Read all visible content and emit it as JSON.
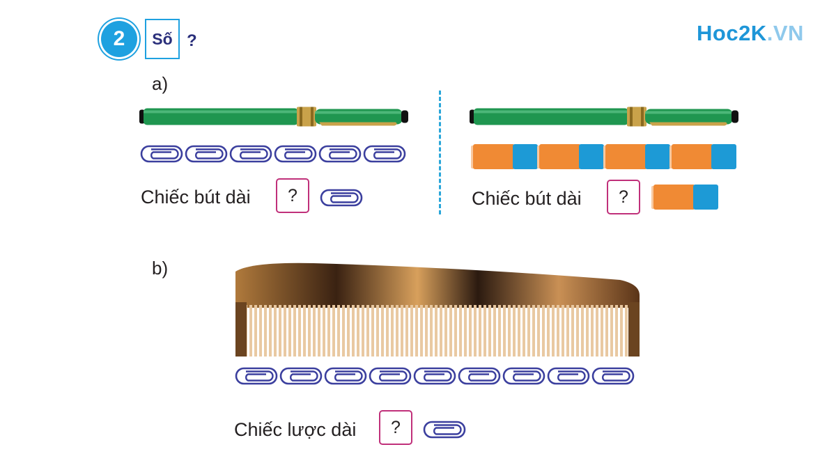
{
  "exercise": {
    "number": "2",
    "title": "Số",
    "question_mark": "?"
  },
  "logo": {
    "text_a": "Hoc2K",
    "text_b": ".VN"
  },
  "part_a": {
    "label": "a)",
    "left": {
      "sentence": "Chiếc bút dài",
      "answer": "?",
      "unit_icon": "paperclip-icon",
      "count_shown": 6
    },
    "right": {
      "sentence": "Chiếc bút dài",
      "answer": "?",
      "unit_icon": "eraser-icon",
      "count_shown": 4
    }
  },
  "part_b": {
    "label": "b)",
    "sentence": "Chiếc lược dài",
    "answer": "?",
    "unit_icon": "paperclip-icon",
    "count_shown": 9
  },
  "colors": {
    "accent_blue": "#1ea1e0",
    "title_navy": "#2a2f7b",
    "answer_box": "#c0307a",
    "clip_stroke": "#3b3f9e",
    "eraser_orange": "#f08a34",
    "eraser_blue": "#1d9ad6",
    "pen_green": "#1f9650"
  }
}
